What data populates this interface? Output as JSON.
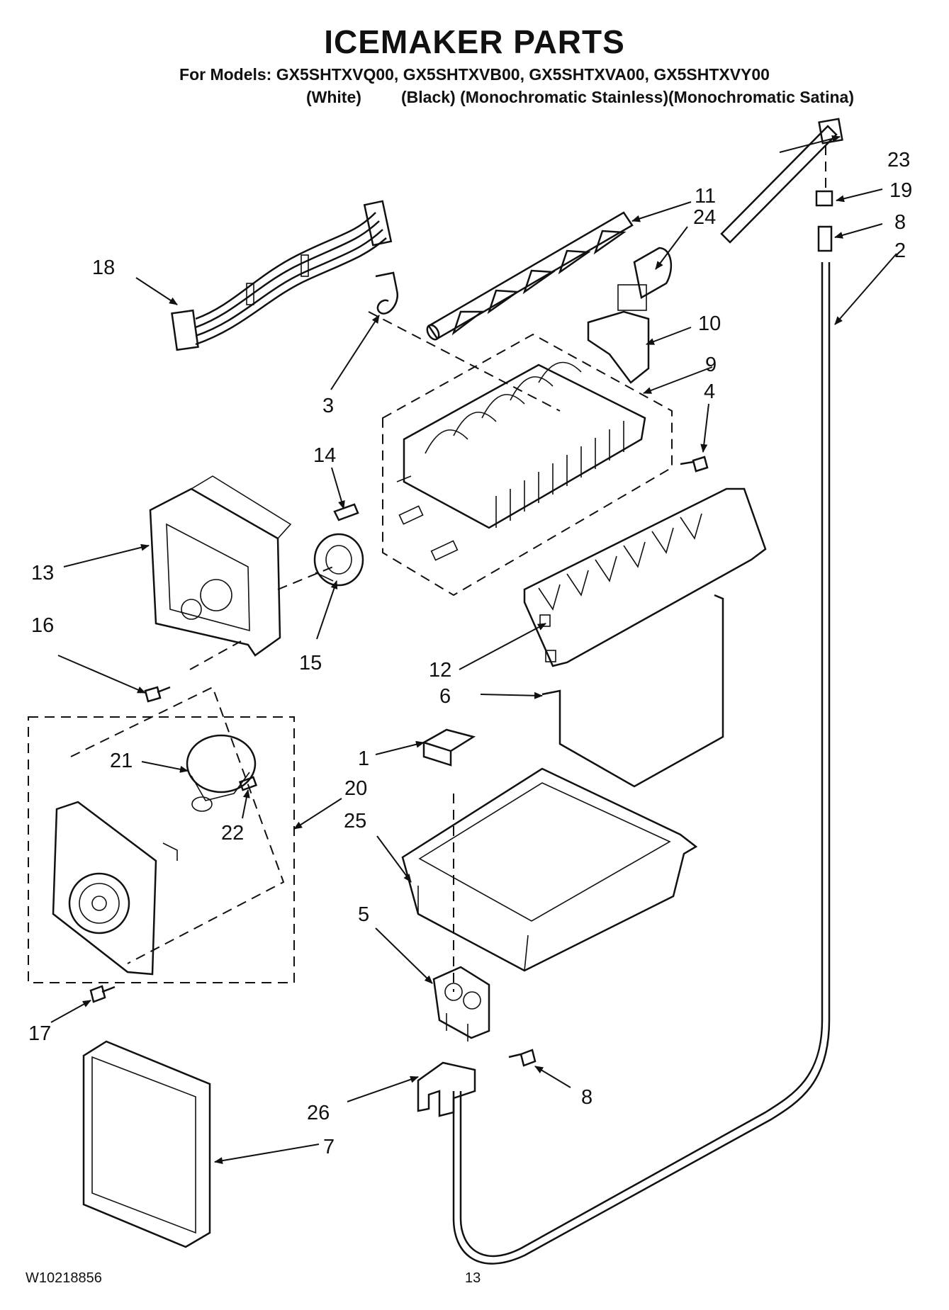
{
  "header": {
    "title": "ICEMAKER PARTS",
    "models_line": "For Models: GX5SHTXVQ00, GX5SHTXVB00, GX5SHTXVA00, GX5SHTXVY00",
    "variant_white": "(White)",
    "variant_rest": "(Black) (Monochromatic Stainless)(Monochromatic Satina)"
  },
  "footer": {
    "document_number": "W10218856",
    "page_number": "13"
  },
  "callouts": {
    "c1": "1",
    "c2": "2",
    "c3": "3",
    "c4": "4",
    "c5": "5",
    "c6": "6",
    "c7": "7",
    "c8a": "8",
    "c8b": "8",
    "c9": "9",
    "c10": "10",
    "c11": "11",
    "c12": "12",
    "c13": "13",
    "c14": "14",
    "c15": "15",
    "c16": "16",
    "c17": "17",
    "c18": "18",
    "c19": "19",
    "c20": "20",
    "c21": "21",
    "c22": "22",
    "c23": "23",
    "c24": "24",
    "c25": "25",
    "c26": "26"
  }
}
